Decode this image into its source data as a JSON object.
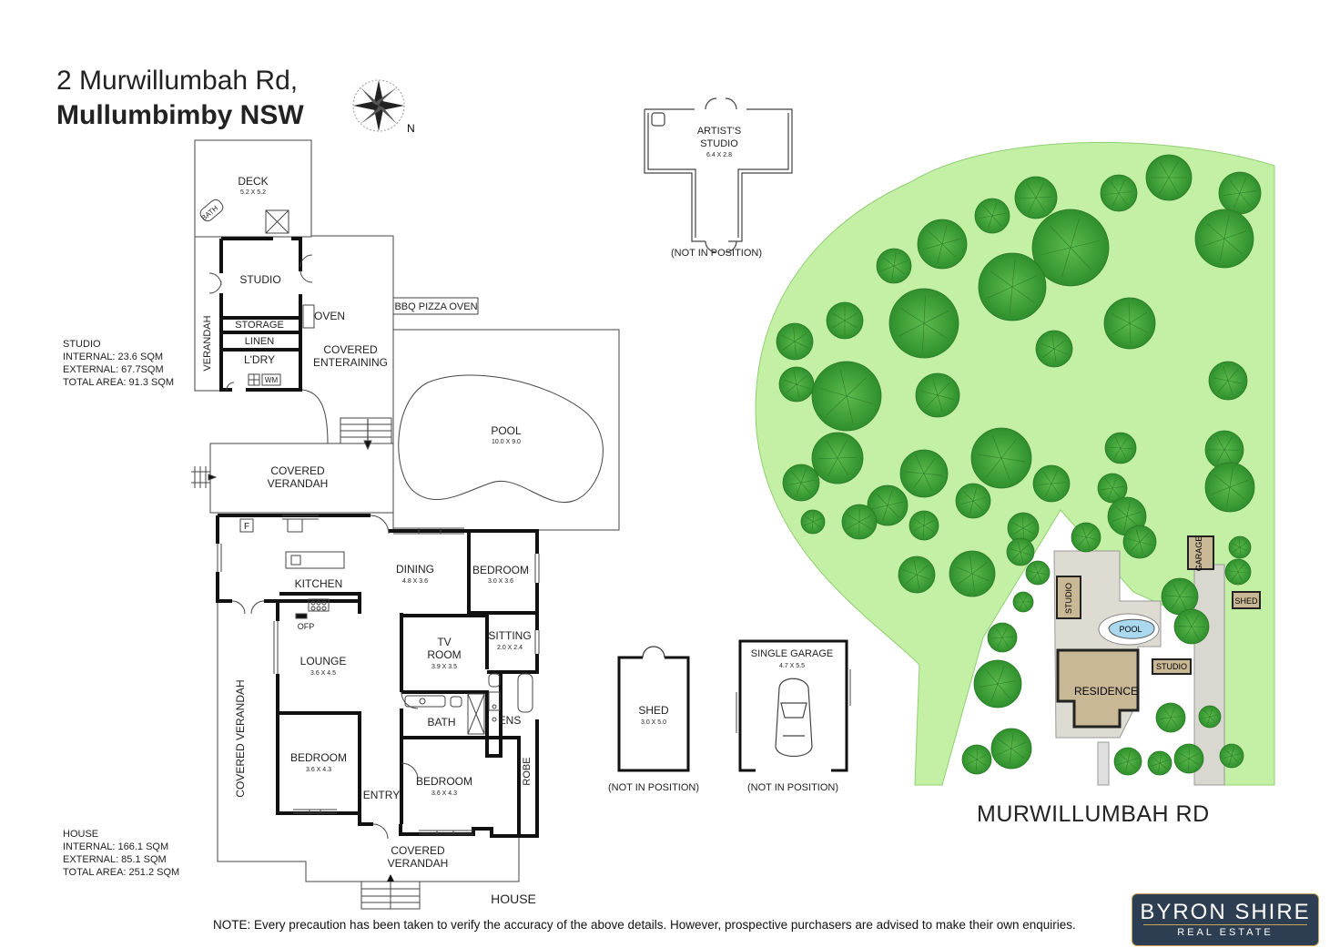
{
  "title": {
    "line1": "2 Murwillumbah Rd,",
    "line2": "Mullumbimby NSW"
  },
  "compass": {
    "label": "N"
  },
  "studio_area": {
    "heading": "STUDIO",
    "internal": "INTERNAL: 23.6 SQM",
    "external": "EXTERNAL: 67.7SQM",
    "total": "TOTAL AREA: 91.3 SQM"
  },
  "house_area": {
    "heading": "HOUSE",
    "internal": "INTERNAL: 166.1 SQM",
    "external": "EXTERNAL: 85.1 SQM",
    "total": "TOTAL AREA: 251.2 SQM"
  },
  "rooms": {
    "deck": "DECK",
    "deck_dim": "5.2 X 5.2",
    "bath_tub": "BATH",
    "studio": "STUDIO",
    "storage": "STORAGE",
    "linen": "LINEN",
    "ldry": "L'DRY",
    "wm": "WM",
    "verandah_side": "VERANDAH",
    "oven": "OVEN",
    "bbq": "BBQ PIZZA OVEN",
    "covered_ent_1": "COVERED",
    "covered_ent_2": "ENTERAINING",
    "pool": "POOL",
    "pool_dim": "10.0 X 9.0",
    "cov_ver_top_1": "COVERED",
    "cov_ver_top_2": "VERANDAH",
    "fridge": "F",
    "kitchen": "KITCHEN",
    "ofp": "OFP",
    "dining": "DINING",
    "dining_dim": "4.8 X 3.6",
    "bedroom1": "BEDROOM",
    "bedroom1_dim": "3.0 X 3.6",
    "sitting": "SITTING",
    "sitting_dim": "2.0 X 2.4",
    "tv_1": "TV",
    "tv_2": "ROOM",
    "tv_dim": "3.9 X 3.5",
    "lounge": "LOUNGE",
    "lounge_dim": "3.6 X 4.5",
    "bath": "BATH",
    "ens": "ENS",
    "robe": "ROBE",
    "cov_ver_left": "COVERED VERANDAH",
    "bedroom2": "BEDROOM",
    "bedroom2_dim": "3.6 X 4.3",
    "entry": "ENTRY",
    "bedroom3": "BEDROOM",
    "bedroom3_dim": "3.6 X 4.3",
    "cov_ver_bot_1": "COVERED",
    "cov_ver_bot_2": "VERANDAH",
    "house": "HOUSE"
  },
  "outbuildings": {
    "artist_1": "ARTIST'S",
    "artist_2": "STUDIO",
    "artist_dim": "6.4 X 2.8",
    "artist_note": "(NOT IN POSITION)",
    "shed": "SHED",
    "shed_dim": "3.0 X 5.0",
    "shed_note": "(NOT IN POSITION)",
    "garage": "SINGLE GARAGE",
    "garage_dim": "4.7 X 5.5",
    "garage_note": "(NOT IN POSITION)"
  },
  "site": {
    "garage": "GARAGE",
    "shed": "SHED",
    "studio_left": "STUDIO",
    "pool": "POOL",
    "studio_right": "STUDIO",
    "residence": "RESIDENCE",
    "road": "MURWILLUMBAH RD"
  },
  "note": "NOTE: Every precaution has been taken to verify the accuracy of the above details. However, prospective purchasers are advised to make their own enquiries.",
  "logo": {
    "line1": "BYRON SHIRE",
    "line2": "REAL ESTATE"
  },
  "colors": {
    "lawn": "#c4f0a6",
    "tree": "#42a83a",
    "residence": "#c9b896",
    "pool": "#a9d8ef",
    "logo_bg": "#2e3e52",
    "logo_accent": "#c9a655"
  }
}
